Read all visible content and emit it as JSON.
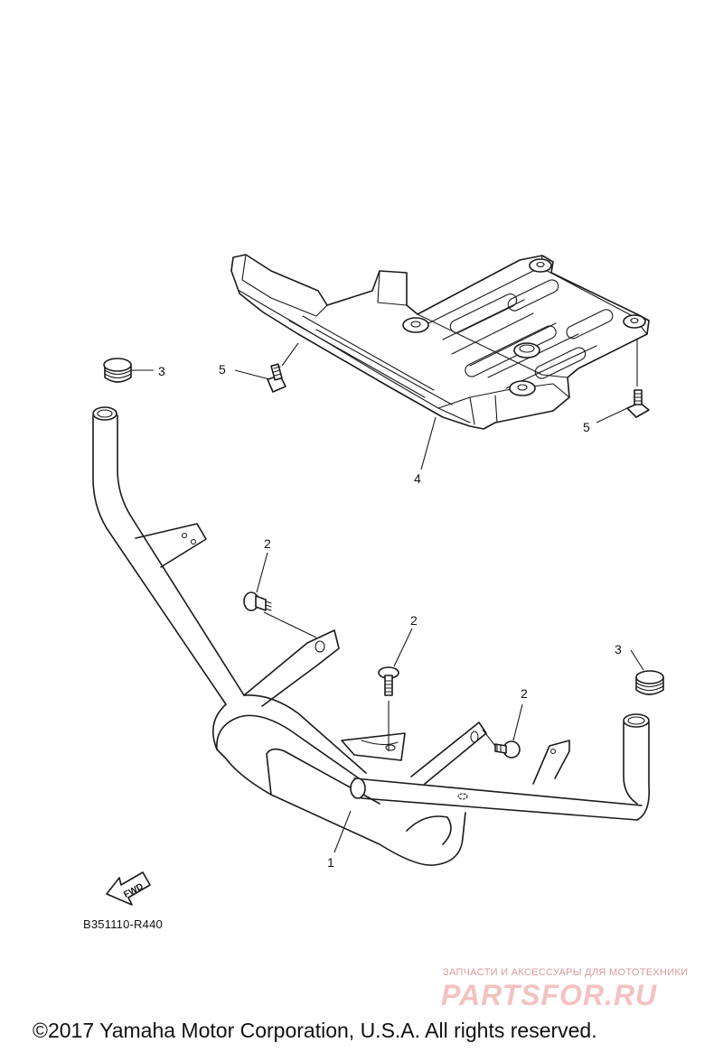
{
  "diagram": {
    "callouts": {
      "frame": "1",
      "bolt_left": "2",
      "bolt_center": "2",
      "bolt_right": "2",
      "cap_left": "3",
      "cap_right": "3",
      "skid_plate": "4",
      "screw_left": "5",
      "screw_right": "5"
    },
    "fwd_label": "FWD",
    "diagram_code": "B351110-R440"
  },
  "watermark": {
    "tagline": "ЗАПЧАСТИ И АКСЕССУАРЫ ДЛЯ МОТОТЕХНИКИ",
    "logo": "PARTSFOR.RU"
  },
  "footer": {
    "copyright": "©2017 Yamaha Motor Corporation, U.S.A. All rights reserved."
  },
  "colors": {
    "line": "#1a1a1a",
    "watermark": "#f3c2c2"
  }
}
